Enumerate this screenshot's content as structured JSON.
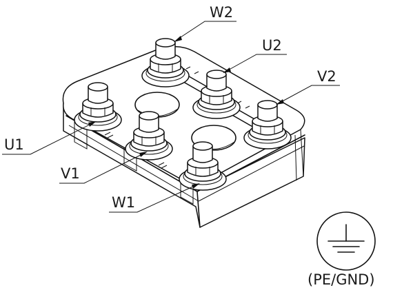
{
  "labels": {
    "w2": "W2",
    "u2": "U2",
    "v2": "V2",
    "u1": "U1",
    "v1": "V1",
    "w1": "W1"
  },
  "ground": {
    "caption": "(PE/GND)",
    "icon": "ground-symbol-icon"
  },
  "colors": {
    "line": "#111111",
    "background": "#ffffff"
  }
}
